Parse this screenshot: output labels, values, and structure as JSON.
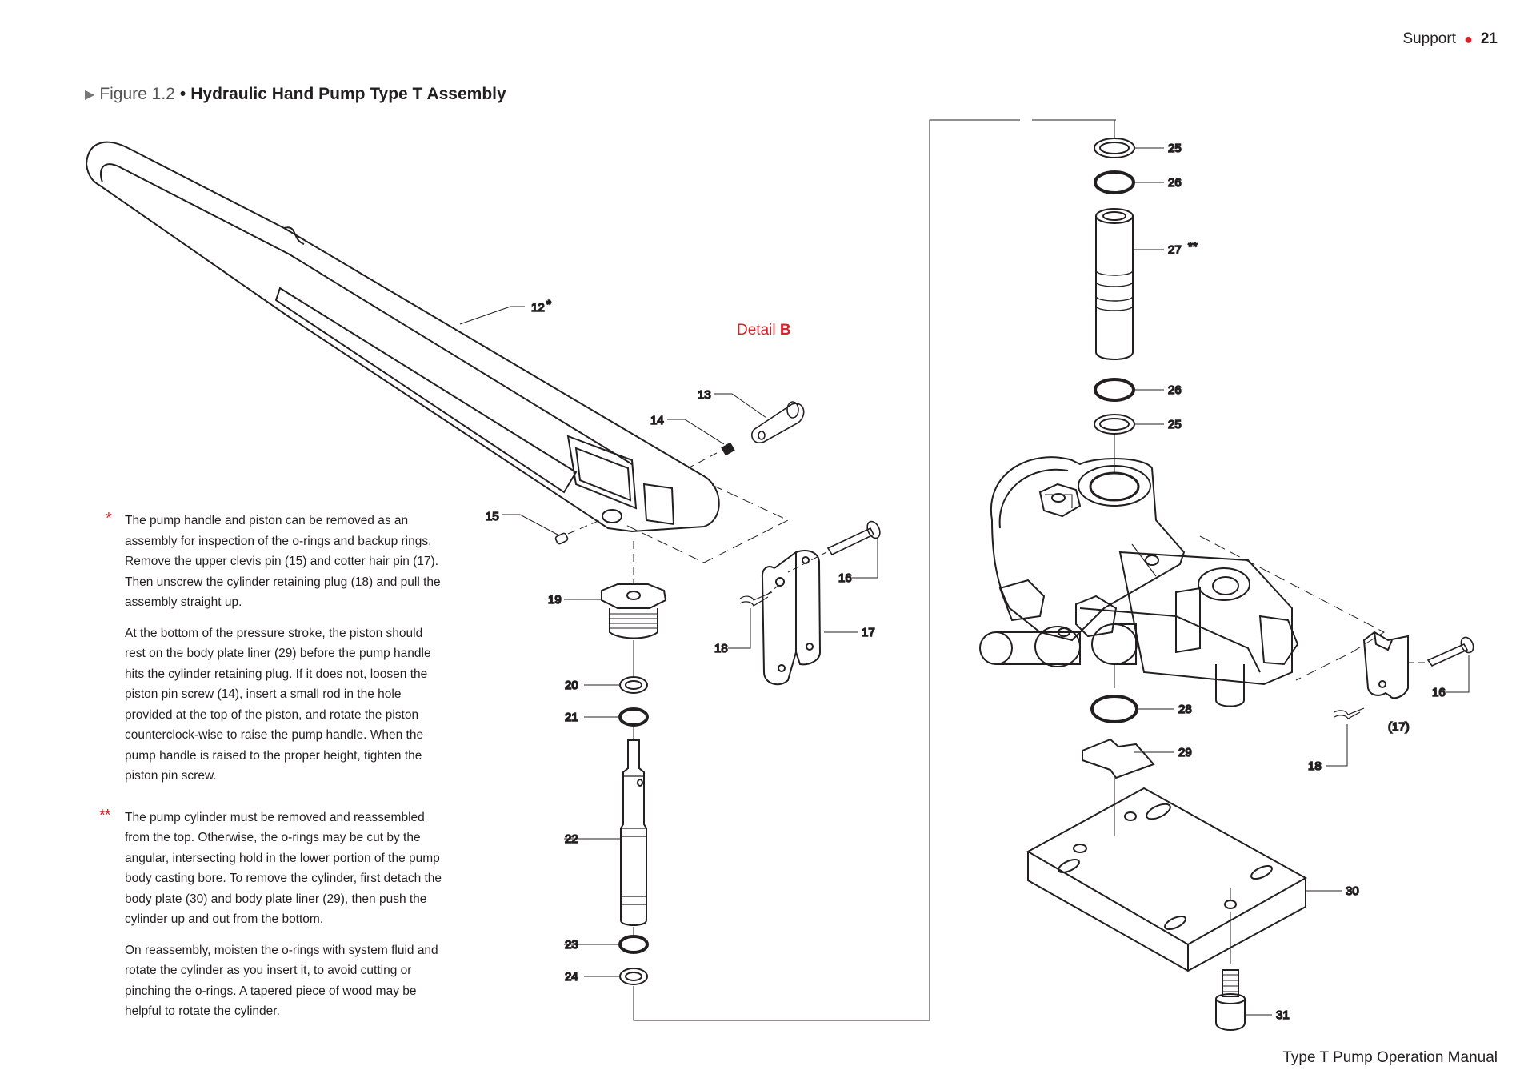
{
  "header": {
    "section": "Support",
    "page_number": "21"
  },
  "figure": {
    "label": "Figure 1.2",
    "title": "Hydraulic Hand Pump Type T Assembly"
  },
  "detail": {
    "prefix": "Detail",
    "letter": "B"
  },
  "callouts": {
    "c12": "12",
    "c13": "13",
    "c14": "14",
    "c15": "15",
    "c16a": "16",
    "c17a": "17",
    "c18a": "18",
    "c19": "19",
    "c20": "20",
    "c21": "21",
    "c22": "22",
    "c23": "23",
    "c24": "24",
    "c25a": "25",
    "c26a": "26",
    "c27": "27",
    "c26b": "26",
    "c25b": "25",
    "c28": "28",
    "c29": "29",
    "c30": "30",
    "c31": "31",
    "c16b": "16",
    "c17b": "(17)",
    "c18b": "18"
  },
  "marks": {
    "single": "*",
    "double": "**"
  },
  "notes": {
    "note1_p1": "The pump handle and piston can be removed as an assembly for inspection of the o-rings and backup rings. Remove the upper clevis pin (15) and cotter hair pin (17). Then unscrew the cylinder retaining plug (18) and pull the assembly straight up.",
    "note1_p2": "At the bottom of the pressure stroke, the piston should rest on the body plate liner (29) before the pump handle hits the cylinder retaining plug. If it does not, loosen the piston pin screw (14), insert a small rod in the hole provided at the top of the piston, and rotate the piston counterclock-wise to raise the pump handle. When the pump handle is raised to the proper height, tighten the piston pin screw.",
    "note2_p1": "The pump cylinder must be removed and reassembled from the top. Otherwise, the o-rings may be cut by the angular, intersecting hold in the lower portion of the pump body casting bore. To remove the cylinder, first detach the body plate (30) and body plate liner (29), then push the cylinder up and out from the bottom.",
    "note2_p2": "On reassembly, moisten the o-rings with system fluid and rotate the cylinder as you insert it, to avoid cutting or pinching the o-rings. A tapered piece of wood may be helpful to rotate the cylinder."
  },
  "footer": {
    "manual_title": "Type T Pump Operation Manual"
  },
  "colors": {
    "accent": "#d2232a",
    "ink": "#231f20"
  }
}
